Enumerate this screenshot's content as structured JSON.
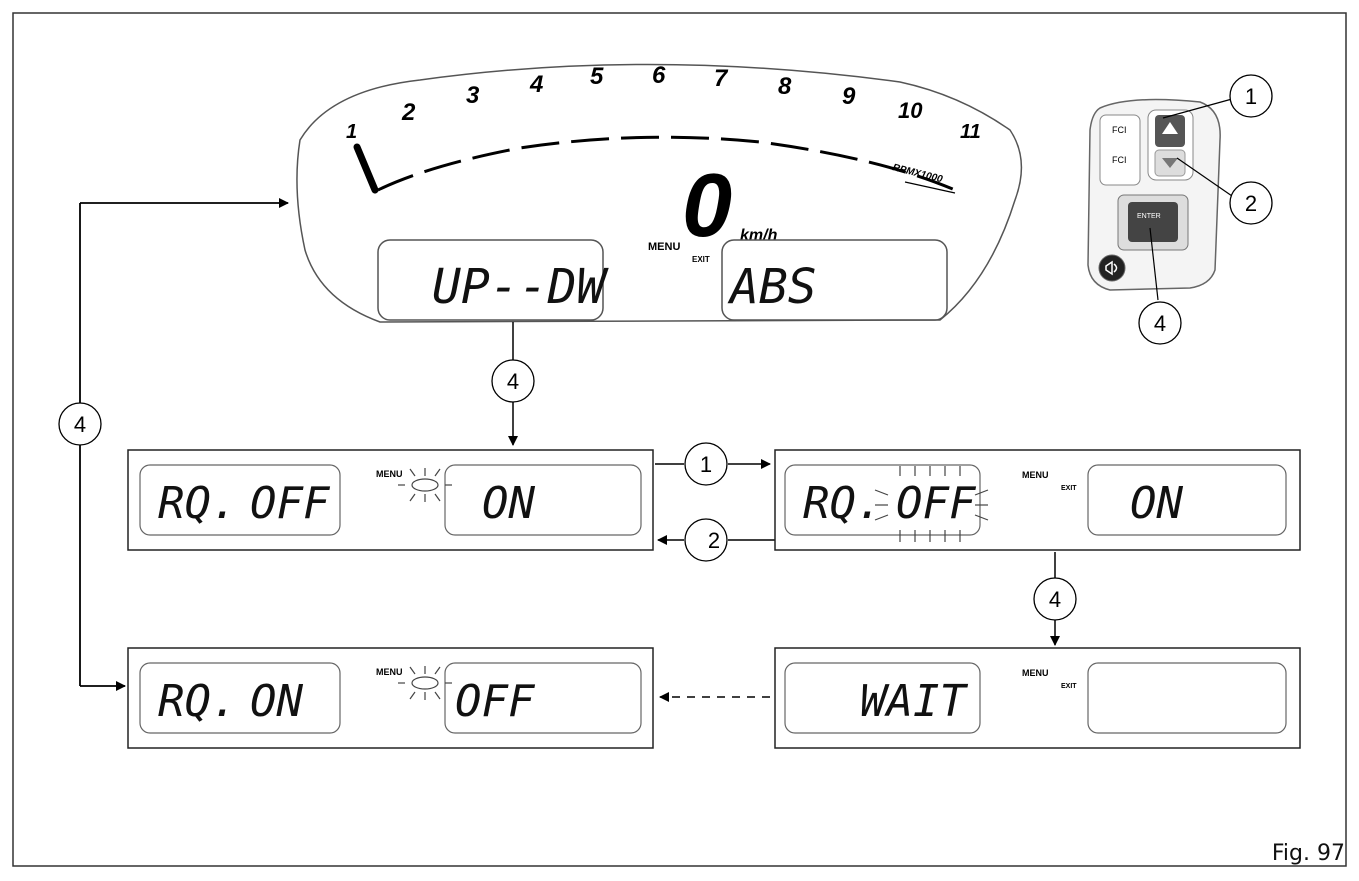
{
  "figure_label": "Fig. 97",
  "cluster": {
    "tach_numbers": [
      "1",
      "2",
      "3",
      "4",
      "5",
      "6",
      "7",
      "8",
      "9",
      "10",
      "11"
    ],
    "rpm_label": "RPMX1000",
    "speed_value": "0",
    "speed_unit": "km/h",
    "menu_label": "MENU",
    "exit_label": "EXIT",
    "left_display": "UP--DW",
    "right_display": "ABS"
  },
  "handlebar": {
    "upper_button_label": "FCI",
    "lower_button_label": "FCI",
    "center_button_label": "ENTER"
  },
  "callouts": {
    "one": "1",
    "two": "2",
    "four": "4"
  },
  "screens": {
    "rq_off": {
      "left_a": "RQ.",
      "left_b": "OFF",
      "menu": "MENU",
      "right": "ON"
    },
    "rq_off_blink": {
      "left_a": "RQ.",
      "left_b": "OFF",
      "menu": "MENU",
      "exit": "EXIT",
      "right": "ON"
    },
    "wait": {
      "left": "WAIT",
      "menu": "MENU",
      "exit": "EXIT",
      "right": ""
    },
    "rq_on": {
      "left_a": "RQ.",
      "left_b": "ON",
      "menu": "MENU",
      "right": "OFF"
    }
  },
  "colors": {
    "line": "#000000",
    "frame": "#333333",
    "lcd_segment": "#666666"
  }
}
